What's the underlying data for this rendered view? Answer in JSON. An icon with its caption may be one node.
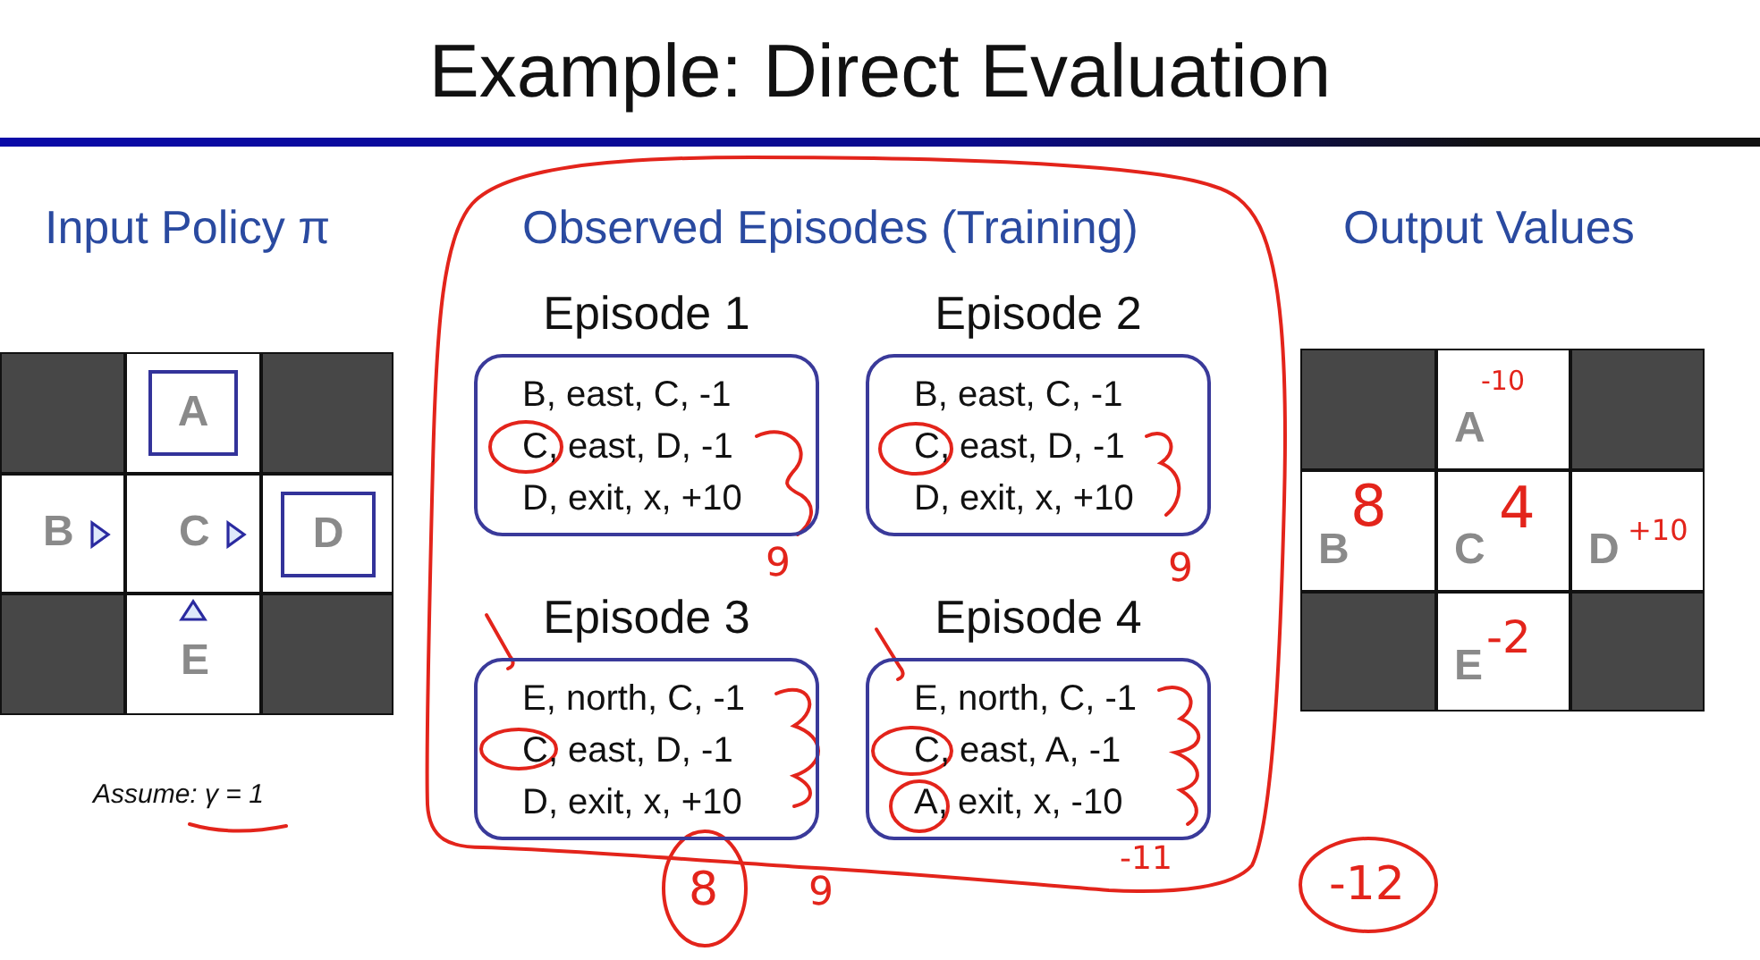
{
  "diagram": {
    "title": "Example: Direct Evaluation",
    "nodes": [
      {
        "text": [],
        "shape": "box"
      },
      {
        "text": [
          "A"
        ]
      },
      {
        "text": [],
        "shape": "box"
      },
      {
        "text": [
          "B"
        ]
      },
      {
        "text": [
          "C"
        ]
      },
      {
        "text": [
          "D"
        ]
      },
      {
        "text": [],
        "shape": "box"
      },
      {
        "text": [
          "E"
        ]
      },
      {
        "text": [],
        "shape": "box"
      },
      {
        "text": [
          "Episode 1",
          "B, east, C, -1",
          "C, east, D, -1",
          "D, exit, x, +10"
        ],
        "beside": [
          "9"
        ]
      },
      {
        "text": [
          "Episode 2",
          "B, east, C, -1",
          "C, east, D, -1",
          "D, exit, x, +10"
        ],
        "beside": [
          "9"
        ]
      },
      {
        "text": [
          "Episode 3",
          "E, north, C, -1",
          "C, east, D, -1",
          "D, exit, x, +10"
        ],
        "beside": [
          "8",
          "9"
        ]
      },
      {
        "text": [
          "Episode 4",
          "E, north, C, -1",
          "C, east, A, -1",
          "A, exit, x, -10"
        ],
        "beside": [
          "-11",
          "-12"
        ]
      },
      {
        "text": [],
        "shape": "box"
      },
      {
        "text": [
          "-10",
          "A"
        ]
      },
      {
        "text": [],
        "shape": "box"
      },
      {
        "text": [
          "8",
          "B"
        ]
      },
      {
        "text": [
          "4",
          "C"
        ]
      },
      {
        "text": [
          "+10",
          "D"
        ]
      },
      {
        "text": [],
        "shape": "box"
      },
      {
        "text": [
          "-2",
          "E"
        ]
      },
      {
        "text": [],
        "shape": "box"
      }
    ],
    "labels": [
      "Input Policy π",
      "Observed Episodes (Training)",
      "Output Values",
      "Assume: γ = 1"
    ]
  }
}
